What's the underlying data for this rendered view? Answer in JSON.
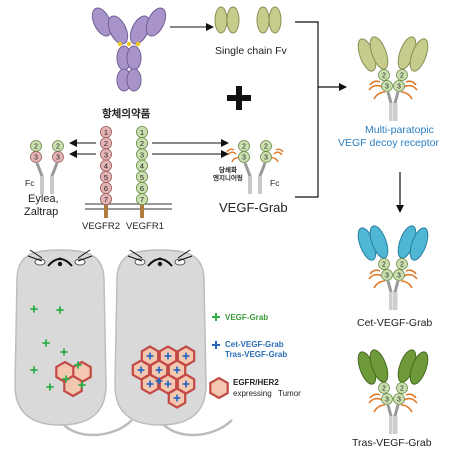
{
  "labels": {
    "scfv": "Single chain Fv",
    "antibody_drug": "항체의약품",
    "plus": "+",
    "fc_left": "Fc",
    "eylea": "Eylea,",
    "zaltrap": "Zaltrap",
    "vegfr2": "VEGFR2",
    "vegfr1": "VEGFR1",
    "glyco_line1": "당쇄화",
    "glyco_line2": "엔지니어링",
    "fc_right": "Fc",
    "vegf_grab": "VEGF-Grab",
    "decoy_line1": "Multi-paratopic",
    "decoy_line2": "VEGF decoy receptor",
    "cet": "Cet-VEGF-Grab",
    "tras": "Tras-VEGF-Grab"
  },
  "domains": {
    "receptor": [
      "1",
      "2",
      "3",
      "4",
      "5",
      "6",
      "7"
    ],
    "grab": [
      "2",
      "3"
    ]
  },
  "legend": {
    "vegf_grab": "VEGF-Grab",
    "cet_line1": "Cet-VEGF-Grab",
    "cet_line2": "Tras-VEGF-Grab",
    "tumor_line1": "EGFR/HER2",
    "tumor_line2": "expressing",
    "tumor_line3": "Tumor"
  },
  "colors": {
    "green_text": "#3a9a3a",
    "blue_text": "#2a6db5",
    "decoy_text": "#2a7fc4",
    "green_plus": "#2fae49",
    "blue_plus": "#2468c4",
    "tumor_fill": "#f4c7b0",
    "tumor_stroke": "#c24a44",
    "mouse_fill": "#d9d9d9",
    "ig_olive": "#c6cc8c",
    "ig_purple": "#a894c8",
    "ig_blue": "#4fb6d4",
    "ig_darkgreen": "#6e9a3a",
    "glycan": "#e07a2a",
    "domain_green": "#c9dfae",
    "domain_red": "#e3b3b3"
  }
}
